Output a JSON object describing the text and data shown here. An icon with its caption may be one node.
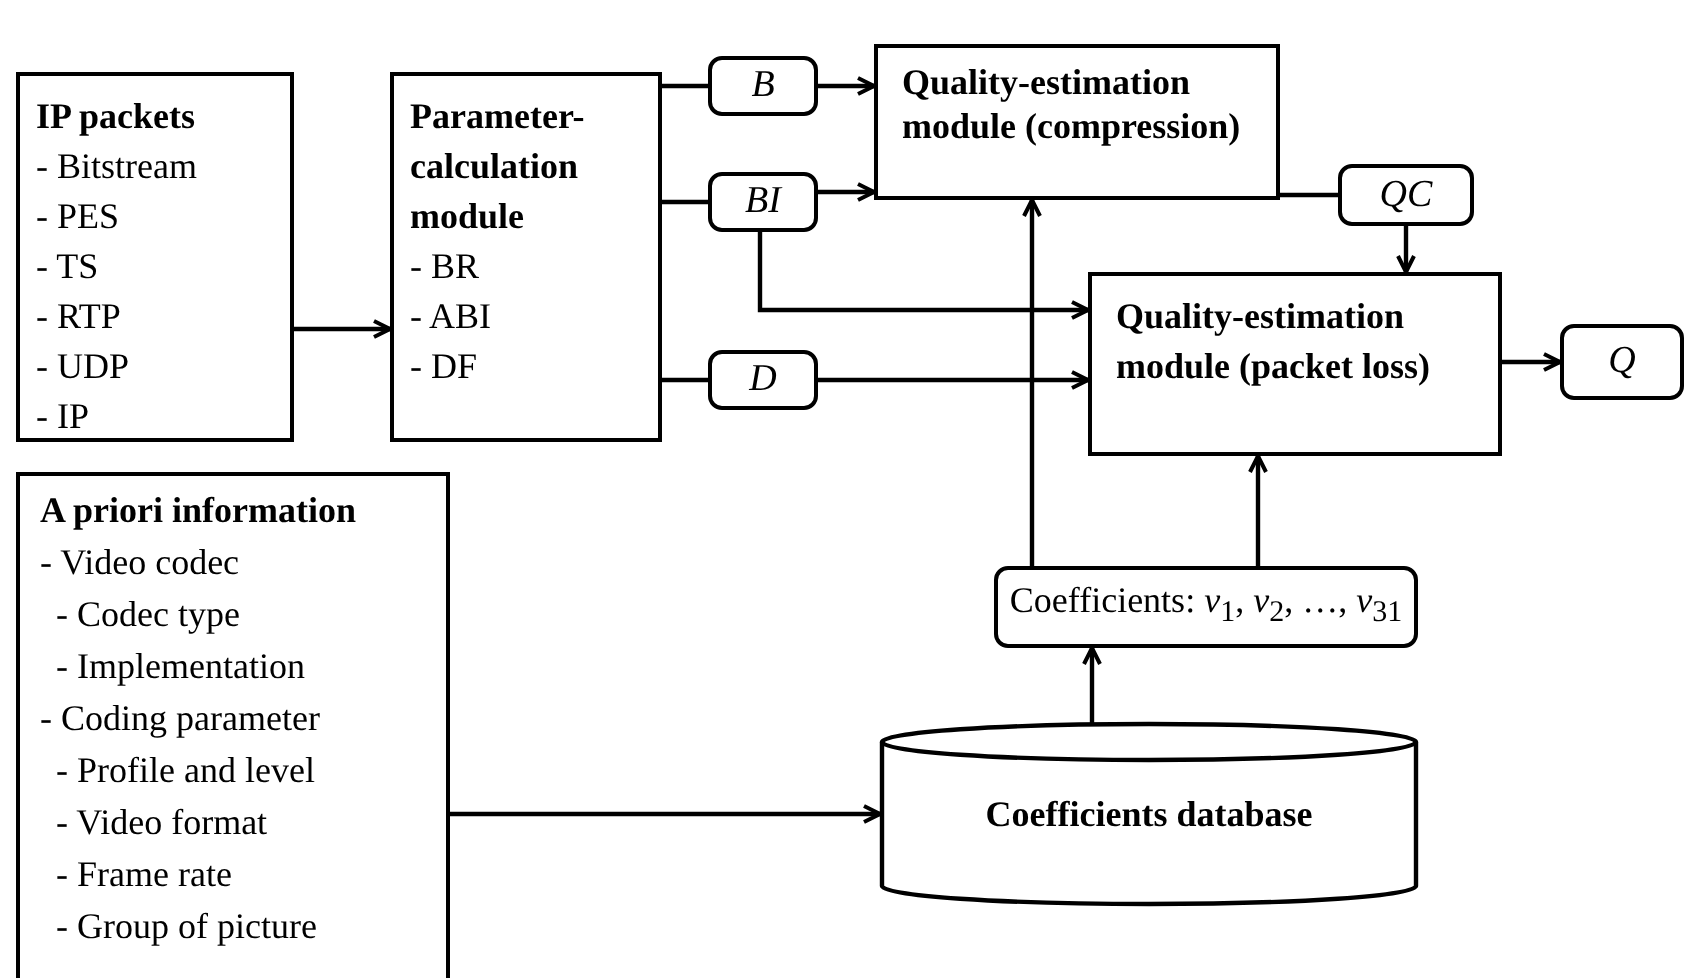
{
  "diagram": {
    "nodes": [
      {
        "text": [
          "IP packets",
          "- Bitstream",
          "- PES",
          "- TS",
          "- RTP",
          "- UDP",
          "- IP"
        ]
      },
      {
        "text": [
          "Parameter-calculation module",
          "- BR",
          "- ABI",
          "- DF"
        ]
      },
      {
        "text": [
          "B"
        ]
      },
      {
        "text": [
          "BI"
        ]
      },
      {
        "text": [
          "D"
        ]
      },
      {
        "text": [
          "Quality-estimation module (compression)"
        ]
      },
      {
        "text": [
          "QC"
        ]
      },
      {
        "text": [
          "Quality-estimation module (packet loss)"
        ]
      },
      {
        "text": [
          "Q"
        ]
      },
      {
        "text": [
          "A priori information",
          "- Video codec",
          "- Codec type",
          "- Implementation",
          "- Coding parameter",
          "- Profile and level",
          "- Video format",
          "- Frame rate",
          "- Group of picture"
        ]
      },
      {
        "text": [
          "Coefficients: *v*$_{1}$, *v*$_{2}$, …, *v*$_{31}$"
        ]
      },
      {
        "text": [
          "Coefficients database"
        ]
      }
    ],
    "edges": [
      {
        "from": 0,
        "to": 1,
        "arrow": "to"
      },
      {
        "from": 1,
        "to": 2,
        "arrow": "none"
      },
      {
        "from": 1,
        "to": 3,
        "arrow": "none"
      },
      {
        "from": 1,
        "to": 4,
        "arrow": "none"
      },
      {
        "from": 2,
        "to": 5,
        "arrow": "to"
      },
      {
        "from": 3,
        "to": 5,
        "arrow": "to"
      },
      {
        "from": 3,
        "to": 7,
        "arrow": "to"
      },
      {
        "from": 4,
        "to": 7,
        "arrow": "to"
      },
      {
        "from": 5,
        "to": 6,
        "arrow": "none"
      },
      {
        "from": 6,
        "to": 7,
        "arrow": "to"
      },
      {
        "from": 7,
        "to": 8,
        "arrow": "to"
      },
      {
        "from": 10,
        "to": 5,
        "arrow": "to"
      },
      {
        "from": 10,
        "to": 7,
        "arrow": "to"
      },
      {
        "from": 11,
        "to": 10,
        "arrow": "to"
      },
      {
        "from": 9,
        "to": 11,
        "arrow": "to"
      }
    ]
  }
}
